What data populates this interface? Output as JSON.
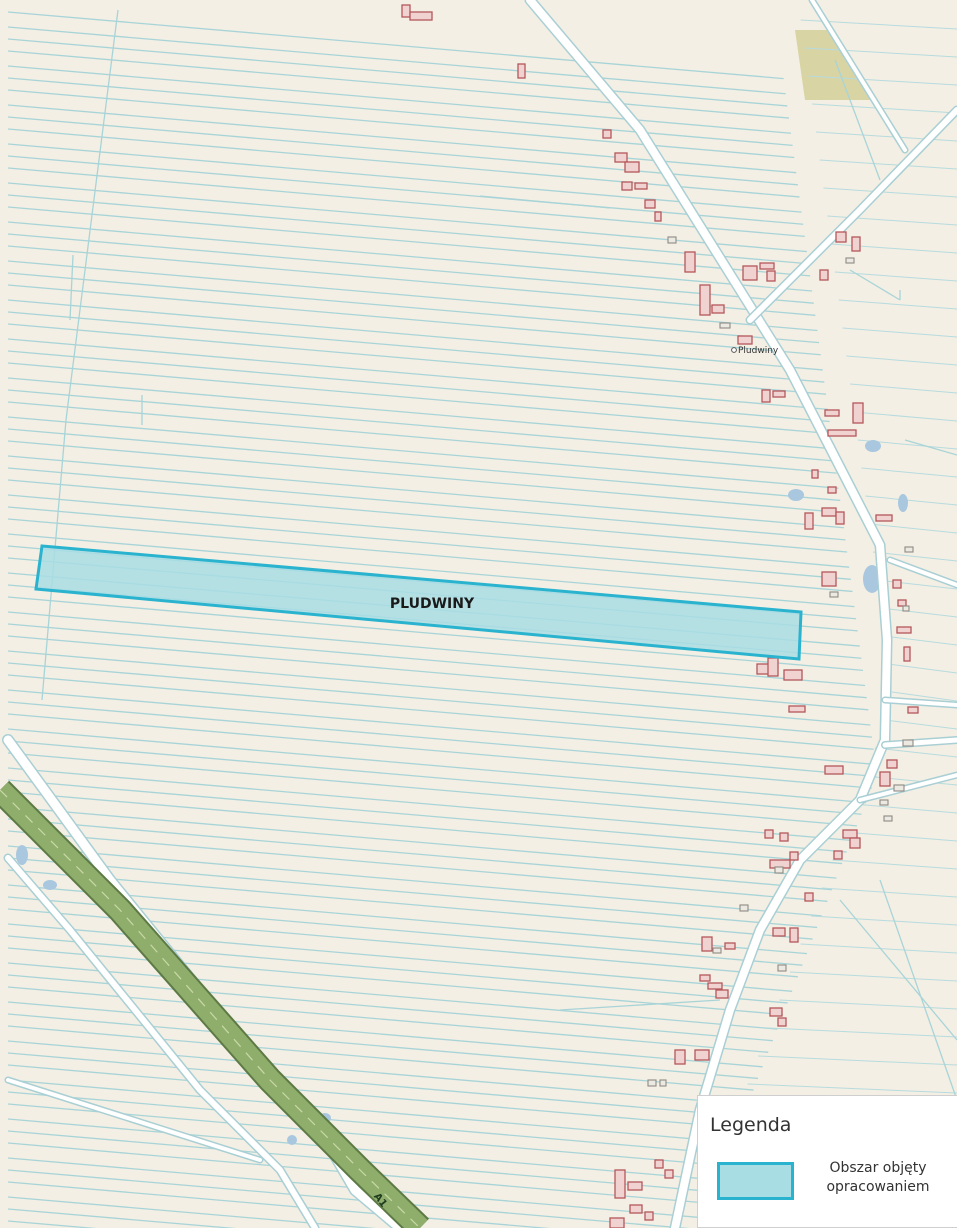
{
  "map": {
    "study_area_label": "PLUDWINY",
    "place_label": "Pludwiny",
    "road_ref": "A1",
    "colors": {
      "background": "#f3efe4",
      "parcel_lines": "#a8d4d8",
      "study_area_fill": "#a8dde4",
      "study_area_outline": "#2ab3cf",
      "buildings": "#b5575a",
      "motorway": "#8fae6c",
      "water": "#a9c7de",
      "meadow": "#d9d4a4"
    }
  },
  "legend": {
    "title": "Legenda",
    "items": [
      {
        "label": "Obszar objęty opracowaniem",
        "swatch": "study-area"
      }
    ]
  }
}
